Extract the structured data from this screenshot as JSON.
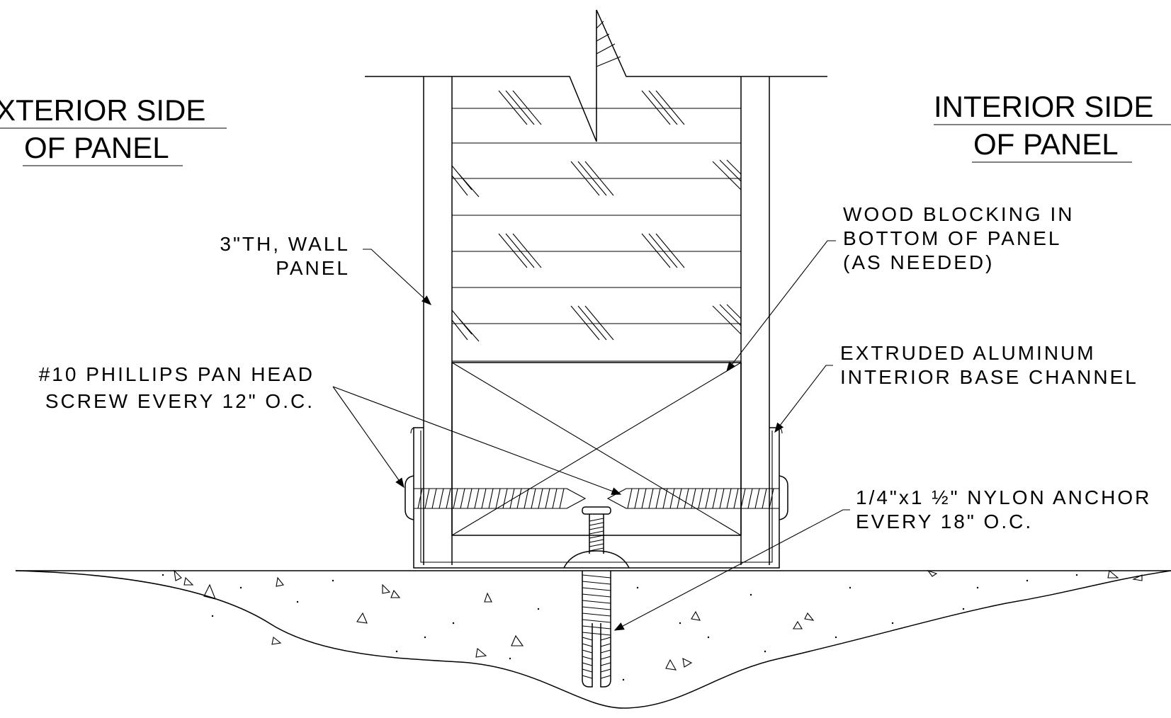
{
  "headings": {
    "exterior_line1": "XTERIOR SIDE",
    "exterior_line2": "OF PANEL",
    "interior_line1": "INTERIOR SIDE",
    "interior_line2": "OF PANEL"
  },
  "notes": {
    "wall_panel_line1": "3\"TH, WALL",
    "wall_panel_line2": "PANEL",
    "wood_blocking_line1": "WOOD BLOCKING IN",
    "wood_blocking_line2": "BOTTOM OF PANEL",
    "wood_blocking_line3": "(AS NEEDED)",
    "screw_line1": "#10 PHILLIPS PAN HEAD",
    "screw_line2": "SCREW EVERY 12\" O.C.",
    "channel_line1": "EXTRUDED ALUMINUM",
    "channel_line2": "INTERIOR BASE CHANNEL",
    "anchor_line1": "1/4\"x1 ½\" NYLON ANCHOR",
    "anchor_line2": "EVERY 18\" O.C."
  }
}
